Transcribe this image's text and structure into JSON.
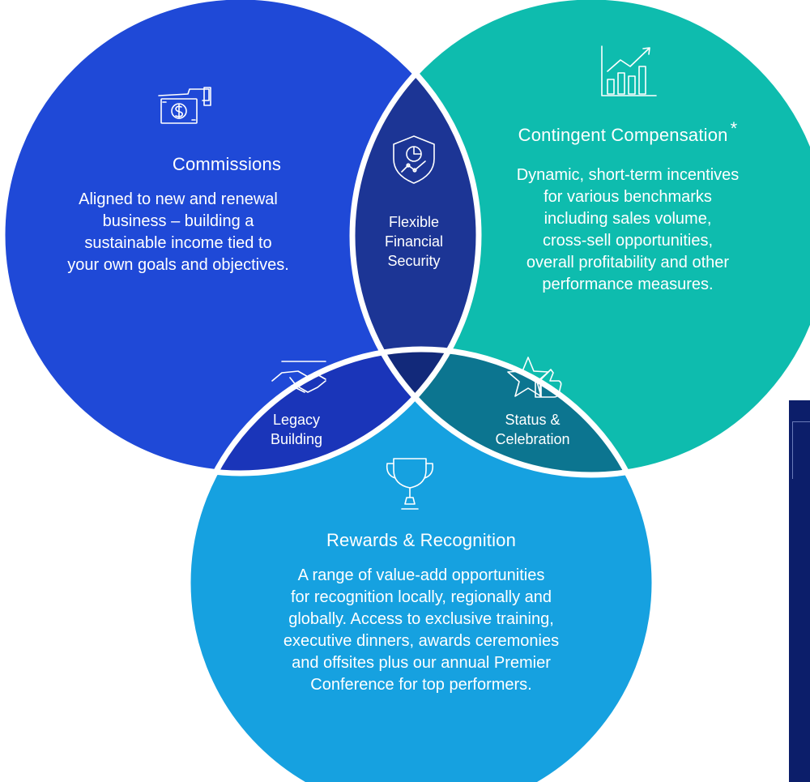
{
  "colors": {
    "commissions": "#1f49d7",
    "contingent": "#0ebcae",
    "rewards": "#16a1e0",
    "lens_top": "#1c3595",
    "lens_left": "#1a35b9",
    "lens_right": "#0c7590",
    "center": "#12297a",
    "side_panel": "#0c1e6a"
  },
  "commissions": {
    "icon": "money-in-hand-icon",
    "title": "Commissions",
    "lines": [
      "Aligned to new and renewal",
      "business – building a",
      "sustainable income tied to",
      "your own goals and objectives."
    ]
  },
  "contingent": {
    "icon": "bar-chart-growth-icon",
    "title": "Contingent Compensation",
    "asterisk": "*",
    "lines": [
      "Dynamic, short-term incentives",
      "for various benchmarks",
      "including sales volume,",
      "cross-sell opportunities,",
      "overall profitability and other",
      "performance measures."
    ]
  },
  "rewards": {
    "icon": "trophy-icon",
    "title": "Rewards & Recognition",
    "lines": [
      "A range of value-add opportunities",
      "for recognition locally, regionally and",
      "globally. Access to exclusive training,",
      "executive dinners, awards ceremonies",
      "and offsites plus our annual Premier",
      "Conference for top performers."
    ]
  },
  "flexible": {
    "icon": "shield-chart-icon",
    "lines": [
      "Flexible",
      "Financial",
      "Security"
    ]
  },
  "legacy": {
    "icon": "handshake-icon",
    "lines": [
      "Legacy",
      "Building"
    ]
  },
  "status": {
    "icon": "star-thumbs-up-icon",
    "lines": [
      "Status &",
      "Celebration"
    ]
  }
}
